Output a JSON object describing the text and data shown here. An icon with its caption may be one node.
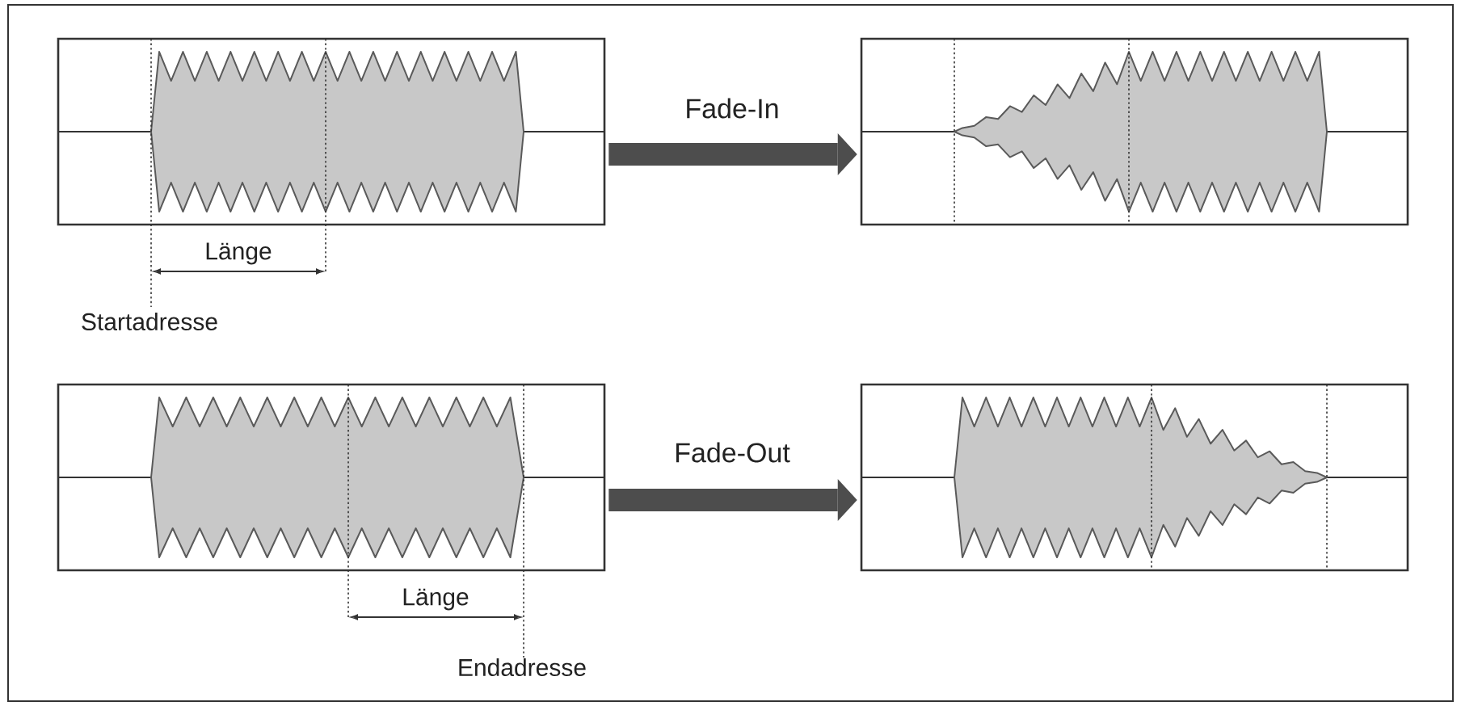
{
  "diagram": {
    "nodes": [
      {
        "text": [],
        "shape": "box"
      },
      {
        "text": [],
        "shape": "box"
      },
      {
        "text": [],
        "shape": "box"
      },
      {
        "text": [],
        "shape": "box"
      }
    ],
    "edges": [
      {
        "from": 0,
        "to": 1,
        "arrow": "to",
        "label": "Fade-In"
      },
      {
        "from": 2,
        "to": 3,
        "arrow": "to",
        "label": "Fade-Out"
      }
    ],
    "labels": [
      "Länge",
      "Startadresse",
      "Länge",
      "Endadresse"
    ]
  }
}
